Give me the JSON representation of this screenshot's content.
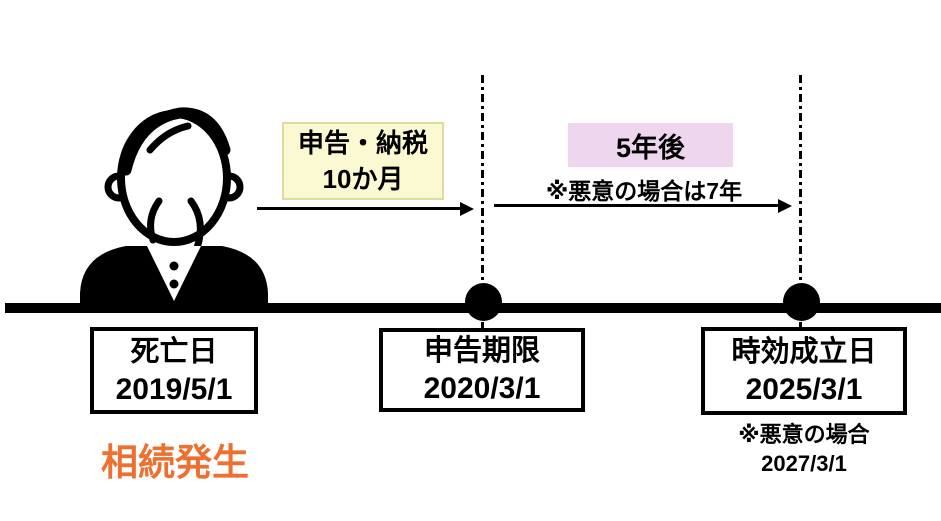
{
  "diagram": {
    "type": "inheritance-tax-statute-timeline",
    "person_icon": "elderly-man-in-mourning-suit",
    "colors": {
      "period1_box_bg": "#fbf9d2",
      "period1_box_border": "#e0dc9b",
      "period2_box_bg": "#edd6ee",
      "caption_orange": "#ed7030",
      "line_black": "#000000"
    },
    "periods": [
      {
        "label_line1": "申告・納税",
        "label_line2": "10か月"
      },
      {
        "label": "5年後",
        "note": "※悪意の場合は7年"
      }
    ],
    "events": [
      {
        "title": "死亡日",
        "date": "2019/5/1",
        "caption": "相続発生"
      },
      {
        "title": "申告期限",
        "date": "2020/3/1"
      },
      {
        "title": "時効成立日",
        "date": "2025/3/1",
        "note_line1": "※悪意の場合",
        "note_line2": "2027/3/1"
      }
    ]
  }
}
